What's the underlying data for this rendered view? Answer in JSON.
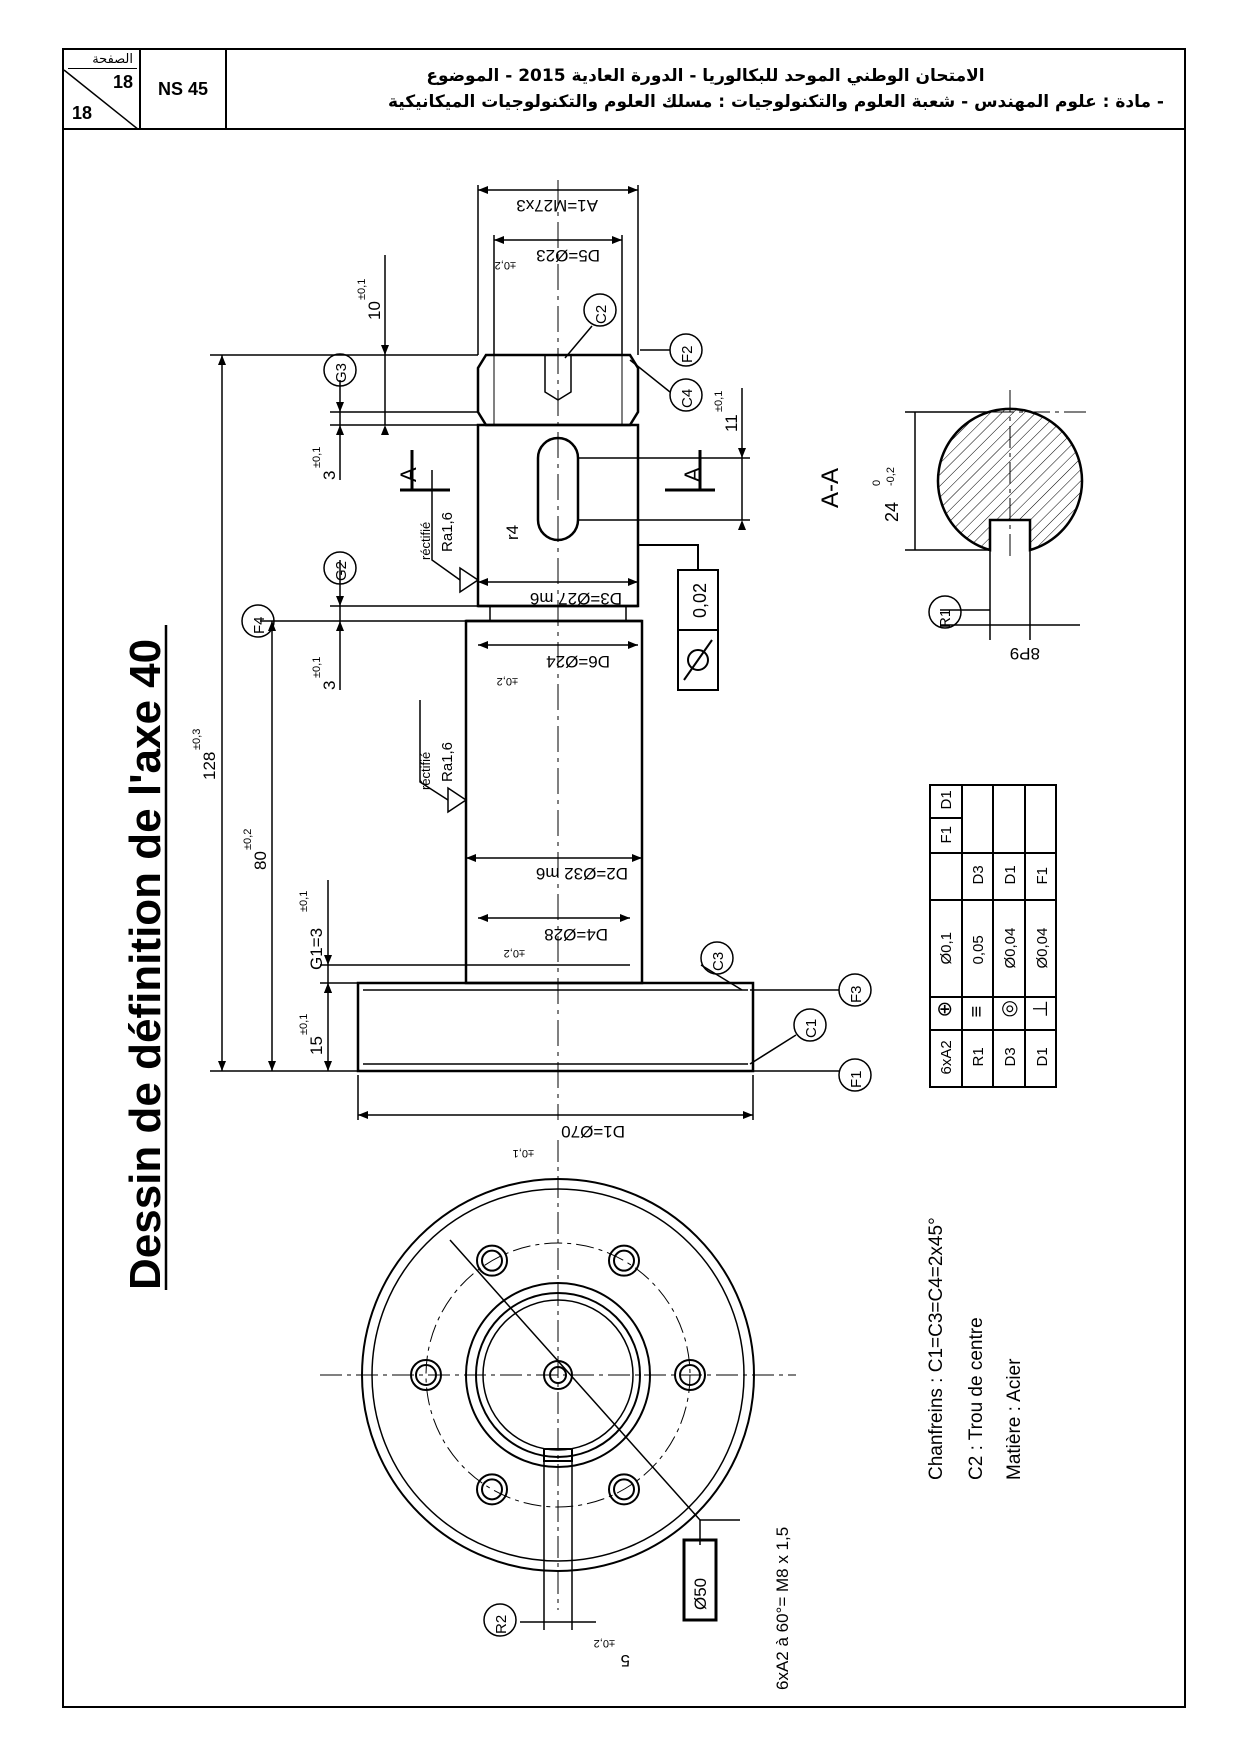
{
  "header": {
    "page_label": "الصفحة",
    "page_current": "18",
    "page_total": "18",
    "exam_code": "NS 45",
    "line1": "الامتحان الوطني الموحد للبكالوريا - الدورة العادية 2015 - الموضوع",
    "line2": "- مادة : علوم المهندس - شعبة العلوم والتكنولوجيات : مسلك العلوم والتكنولوجيات الميكانيكية"
  },
  "drawing": {
    "title": "Dessin de définition de l'axe 40",
    "dims": {
      "a1": "A1=M27x3",
      "d5": "D5=Ø23",
      "d5_tol": "±0,2",
      "d3": "D3=Ø27 m6",
      "d6": "D6=Ø24",
      "d6_tol": "±0,2",
      "d2": "D2=Ø32 m6",
      "d4": "D4=Ø28",
      "d4_tol": "±0,2",
      "d1": "D1=Ø70",
      "d1_tol": "±0,1",
      "l10": "10",
      "l10_tol": "±0,1",
      "l11": "11",
      "l11_tol": "±0,1",
      "l3a": "3",
      "l3a_tol": "±0,1",
      "l3b": "3",
      "l3b_tol": "±0,1",
      "l128": "128",
      "l128_tol": "±0,3",
      "l80": "80",
      "l80_tol": "±0,2",
      "g1": "G1=3",
      "g1_tol": "±0,1",
      "l15": "15",
      "l15_tol": "±0,1",
      "r4": "r4",
      "rect1": "réctifié",
      "ra1": "Ra1,6",
      "rect2": "réctifié",
      "ra2": "Ra1,6",
      "cyl_tol": "0,02",
      "section": "A-A",
      "sec_dim": "24",
      "sec_dim_up": "0",
      "sec_dim_low": "-0,2",
      "sec_key": "8P9",
      "sec_r": "R1",
      "cut_a": "A",
      "bolt_circle": "Ø50",
      "holes": "6xA2 à 60°= M8 x 1,5",
      "key_w": "5",
      "key_w_tol": "±0,2",
      "r2": "R2"
    },
    "bubbles": {
      "c2": "C2",
      "f2": "F2",
      "c4": "C4",
      "g3": "G3",
      "g2": "G2",
      "f4": "F4",
      "c3": "C3",
      "f3": "F3",
      "c1": "C1",
      "f1": "F1"
    },
    "tolerance_table": [
      [
        "6xA2",
        "⊕",
        "Ø0,1",
        "F1",
        "D1"
      ],
      [
        "R1",
        "≡",
        "0,05",
        "D3",
        ""
      ],
      [
        "D3",
        "◎",
        "Ø0,04",
        "D1",
        ""
      ],
      [
        "D1",
        "⊥",
        "Ø0,04",
        "F1",
        ""
      ]
    ],
    "notes": [
      "Chanfreins : C1=C3=C4=2x45°",
      "C2 : Trou de centre",
      "Matière : Acier"
    ]
  }
}
